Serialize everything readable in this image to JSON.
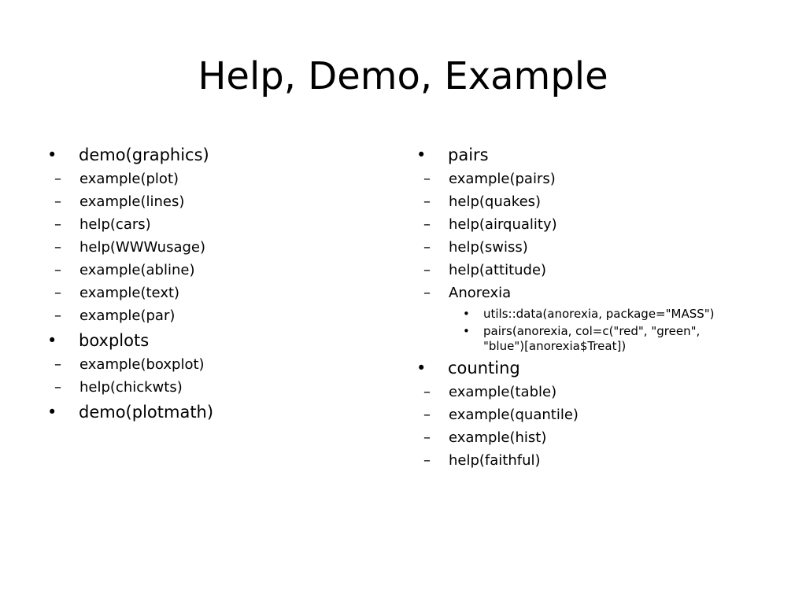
{
  "title": "Help, Demo, Example",
  "left_column": {
    "sections": [
      {
        "label": "demo(graphics)",
        "items": [
          "example(plot)",
          "example(lines)",
          "help(cars)",
          "help(WWWusage)",
          "example(abline)",
          "example(text)",
          "example(par)"
        ]
      },
      {
        "label": "boxplots",
        "items": [
          "example(boxplot)",
          "help(chickwts)"
        ]
      },
      {
        "label": "demo(plotmath)",
        "items": []
      }
    ]
  },
  "right_column": {
    "pairs": {
      "label": "pairs",
      "items": [
        "example(pairs)",
        "help(quakes)",
        "help(airquality)",
        "help(swiss)",
        "help(attitude)",
        "Anorexia"
      ],
      "anorexia_subitems": [
        "utils::data(anorexia, package=\"MASS\")",
        "pairs(anorexia, col=c(\"red\", \"green\", \"blue\")[anorexia$Treat])"
      ]
    },
    "counting": {
      "label": "counting",
      "items": [
        "example(table)",
        "example(quantile)",
        "example(hist)",
        "help(faithful)"
      ]
    }
  },
  "glyphs": {
    "bullet": "•",
    "dash": "–"
  }
}
